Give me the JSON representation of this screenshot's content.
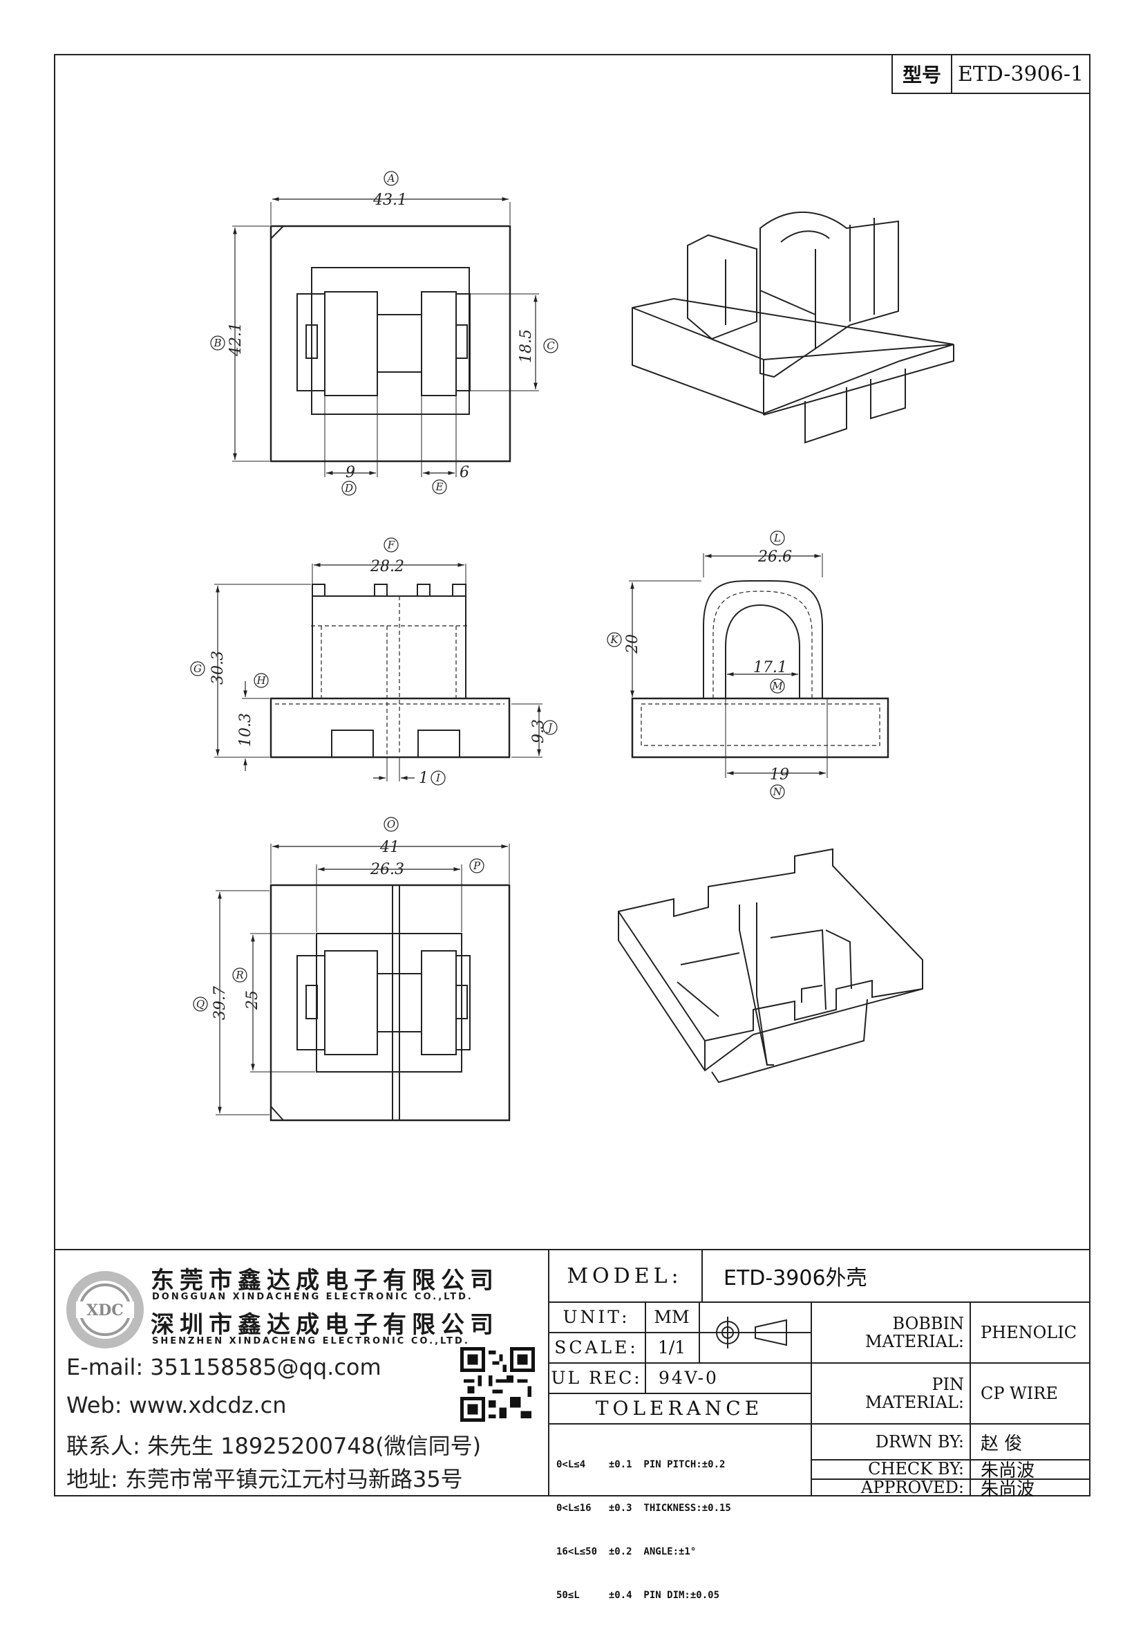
{
  "model_tag": {
    "label": "型号",
    "value": "ETD-3906-1"
  },
  "views": {
    "top": {
      "A": "43.1",
      "B": "42.1",
      "C": "18.5",
      "D": "9",
      "E": "6",
      "labels": [
        "A",
        "B",
        "C",
        "D",
        "E"
      ]
    },
    "front": {
      "F": "28.2",
      "G": "30.3",
      "H": "10.3",
      "I": "1",
      "J": "9.3",
      "labels": [
        "F",
        "G",
        "H",
        "I",
        "J"
      ]
    },
    "side": {
      "L": "26.6",
      "K": "20",
      "M": "17.1",
      "N": "19",
      "labels": [
        "L",
        "K",
        "M",
        "N"
      ]
    },
    "bottom": {
      "O": "41",
      "P": "26.3",
      "Q": "39.7",
      "R": "25",
      "labels": [
        "O",
        "P",
        "Q",
        "R"
      ]
    }
  },
  "company": {
    "cn_name_1": "东莞市鑫达成电子有限公司",
    "en_name_1": "DONGGUAN XINDACHENG ELECTRONIC CO.,LTD.",
    "cn_name_2": "深圳市鑫达成电子有限公司",
    "en_name_2": "SHENZHEN XINDACHENG ELECTRONIC CO.,LTD.",
    "email": "E-mail: 351158585@qq.com",
    "web": "Web: www.xdcdz.cn",
    "contact": "联系人: 朱先生 18925200748(微信同号)",
    "address": "地址: 东莞市常平镇元江元村马新路35号",
    "logo_text": "XDC"
  },
  "table": {
    "model_label": "MODEL:",
    "model_value": "ETD-3906外壳",
    "unit_label": "UNIT:",
    "unit_value": "MM",
    "scale_label": "SCALE:",
    "scale_value": "1/1",
    "ul_label": "UL REC:",
    "ul_value": "94V-0",
    "tolerance_label": "TOLERANCE",
    "tolerances": [
      "0<L≤4    ±0.1  PIN PITCH:±0.2",
      "0<L≤16   ±0.3  THICKNESS:±0.15",
      "16<L≤50  ±0.2  ANGLE:±1°",
      "50≤L     ±0.4  PIN DIM:±0.05"
    ],
    "bobbin_label_1": "BOBBIN",
    "bobbin_label_2": "MATERIAL:",
    "bobbin_value": "PHENOLIC",
    "pin_label_1": "PIN",
    "pin_label_2": "MATERIAL:",
    "pin_value": "CP WIRE",
    "drawn_label": "DRWN BY:",
    "drawn_value": "赵  俊",
    "check_label": "CHECK BY:",
    "check_value": "朱尚波",
    "approved_label": "APPROVED:",
    "approved_value": "朱尚波"
  }
}
